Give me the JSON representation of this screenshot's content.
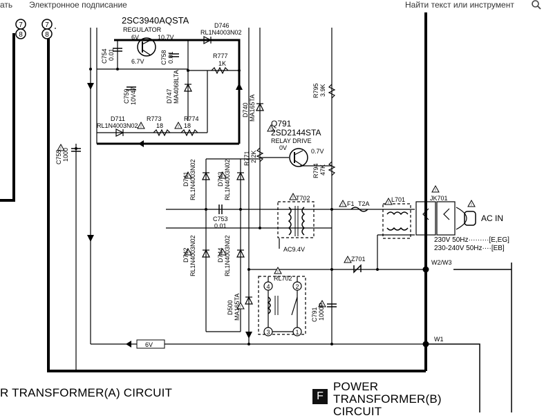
{
  "toolbar": {
    "left_fragment": "ать",
    "signature": "Электронное подписание",
    "find": "Найти текст или инструмент"
  },
  "icons": {
    "search": "search-icon",
    "warning": "warning-triangle-icon"
  },
  "schematic": {
    "regulator_part": "2SC3940AQSTA",
    "regulator_role": "REGULATOR",
    "v6": "6V",
    "v107": "10.7V",
    "v67": "6.7V",
    "d746_ref": "D746",
    "d746_part": "RL1N4003N02",
    "c754": "C754",
    "c754_val": "0.01",
    "c758": "C758",
    "c758_val": "0.01",
    "r777": "R777",
    "r777_val": "1K",
    "c759": "C759",
    "c759_val": "10V47",
    "d747": "D747",
    "d747_part": "MA4068LTA",
    "d740": "D740",
    "d740_part": "MA165TA",
    "r795": "R795",
    "r795_val": "3.9K",
    "d711": "D711",
    "d711_part": "RL1N4003N02",
    "r773": "R773",
    "r773_val": "18",
    "r774": "R774",
    "r774_val": "18",
    "q791": "Q791",
    "q791_part": "2SD2144STA",
    "q791_role": "RELAY DRIVE",
    "v0": "0V",
    "v07": "0.7V",
    "c755": "C755",
    "c755_val": "1000",
    "r771": "R771",
    "r771_val": "2.2K",
    "r794": "R794",
    "r794_val": "47K",
    "d741": "D741",
    "d741_part": "RL1N4003N02",
    "d743": "D743",
    "d743_part": "RL1N4003N02",
    "t702": "T702",
    "f1": "F1",
    "f1_val": "T2A",
    "l701": "L701",
    "jk701": "JK701",
    "ac_in": "AC IN",
    "c753": "C753",
    "c753_val": "0.01",
    "ac94": "AC9.4V",
    "spec1": "230V 50Hz·········[E,EG]",
    "spec2": "230-240V 50Hz····[EB]",
    "d742": "D742",
    "d742_part": "RL1N4003N02",
    "d744": "D744",
    "d744_part": "RL1N4003N02",
    "z701": "Z701",
    "w2w3": "W2/W3",
    "rl702": "RL702",
    "d500": "D500",
    "d500_part": "MA165TA",
    "c791": "C791",
    "c791_val": "1000P",
    "w1": "W1",
    "v6_bus": "6V",
    "pin7": "7",
    "pin8": "8",
    "pin4": "4",
    "pin2": "2",
    "pin3": "3",
    "pin1": "1"
  },
  "titles": {
    "left": "R TRANSFORMER(A) CIRCUIT",
    "badge": "F",
    "right_line1": "POWER",
    "right_line2": "TRANSFORMER(B)",
    "right_line3": "CIRCUIT"
  }
}
